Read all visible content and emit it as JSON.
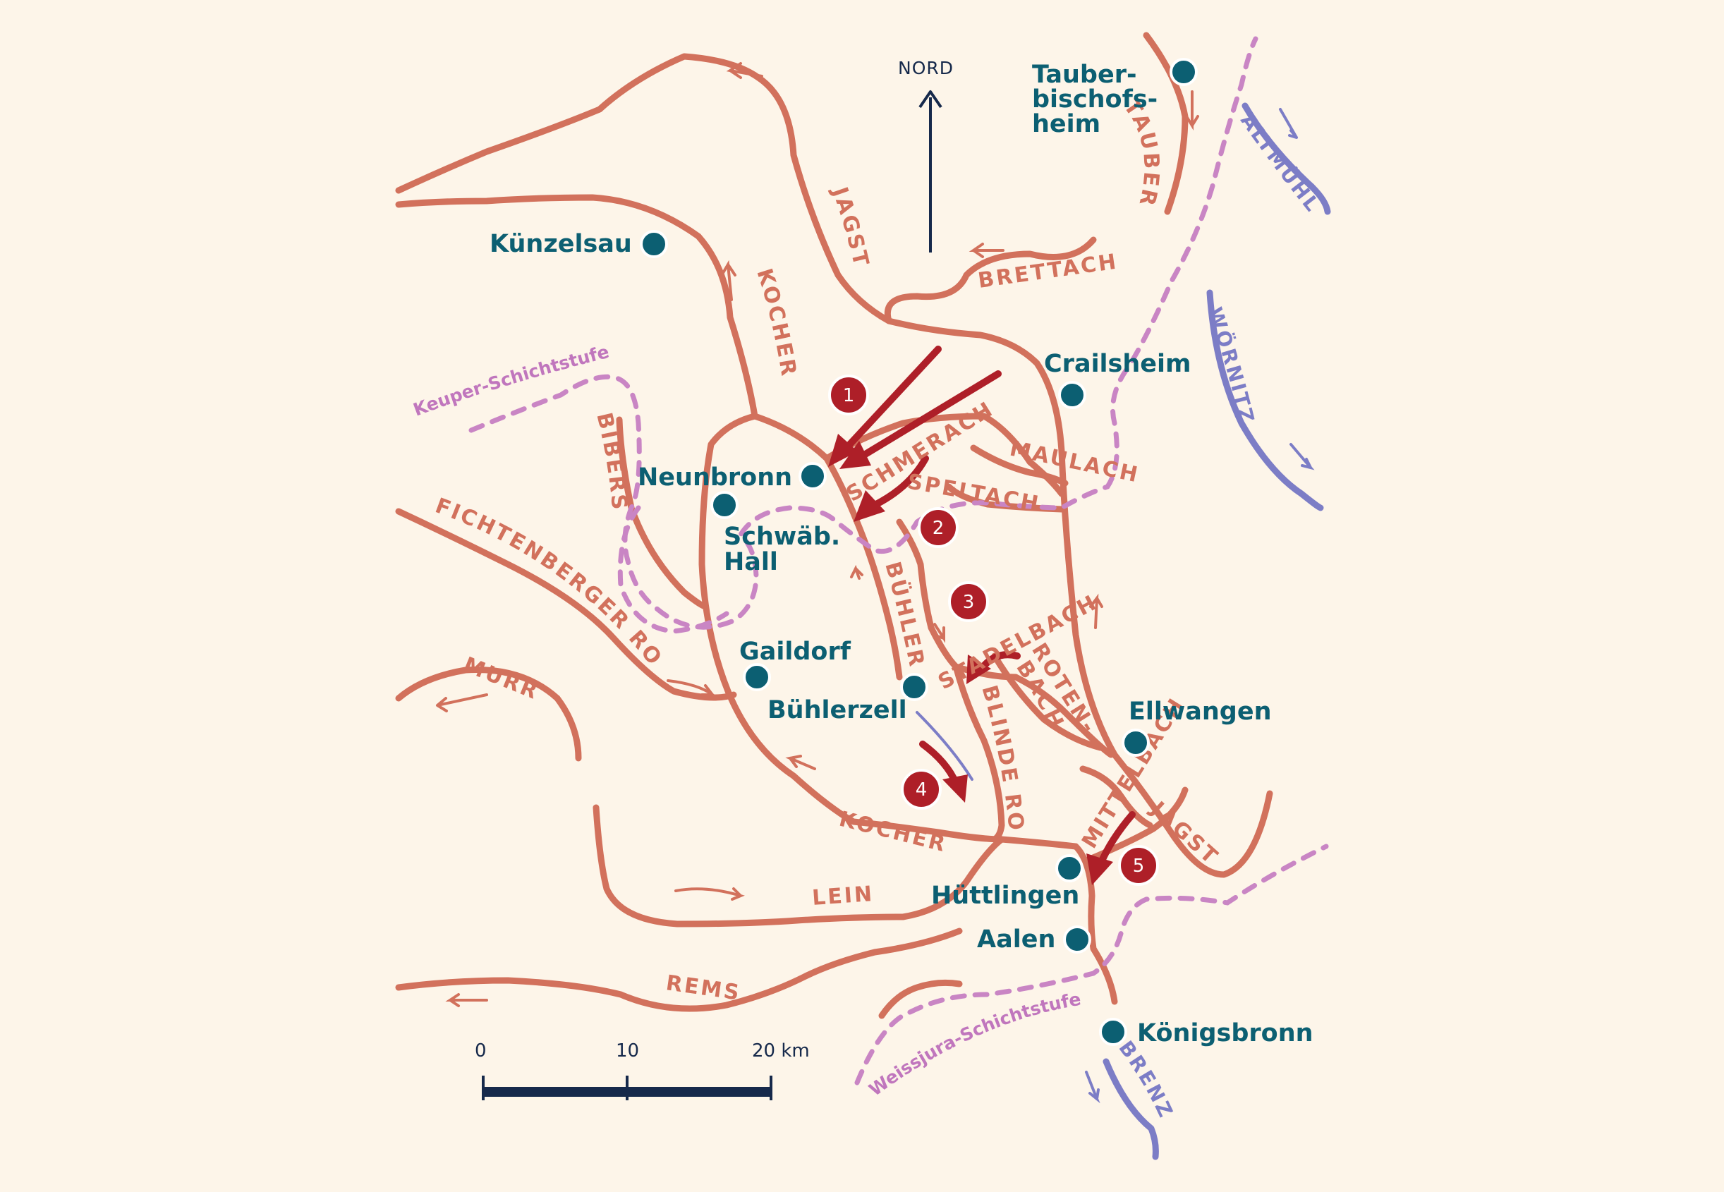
{
  "north_label": "NORD",
  "scale_bar": {
    "tick_labels": [
      "0",
      "10",
      "20 km"
    ]
  },
  "towns": [
    {
      "name": "Tauber-"
    },
    {
      "name": "bischofs-"
    },
    {
      "name": "heim"
    },
    {
      "name": "Künzelsau"
    },
    {
      "name": "Crailsheim"
    },
    {
      "name": "Neunbronn"
    },
    {
      "name": "Schwäb."
    },
    {
      "name": "Hall"
    },
    {
      "name": "Gaildorf"
    },
    {
      "name": "Bühlerzell"
    },
    {
      "name": "Ellwangen"
    },
    {
      "name": "Hüttlingen"
    },
    {
      "name": "Aalen"
    },
    {
      "name": "Königsbronn"
    }
  ],
  "rivers": {
    "tauber": "TAUBER",
    "altmuehl": "ALTMÜHL",
    "jagst_north": "JAGST",
    "brettach": "BRETTACH",
    "woernitz": "WÖRNITZ",
    "kocher_north": "KOCHER",
    "schmerach": "SCHMERACH",
    "maulach": "MAULACH",
    "speltach": "SPELTACH",
    "bibers": "BIBERS",
    "fichtenberger_rot": "FICHTENBERGER ROT",
    "buehler": "BÜHLER",
    "stadelbach": "STADELBACH",
    "rotenbach_1": "ROTEN-",
    "rotenbach_2": "BACH",
    "murr": "MURR",
    "blinde_rot": "BLINDE ROT",
    "mittelbach": "MITTELBACH",
    "jagst_south": "JAGST",
    "kocher_south": "KOCHER",
    "lein": "LEIN",
    "rems": "REMS",
    "brenz": "BRENZ"
  },
  "escarpments": {
    "keuper": "Keuper-Schichtstufe",
    "weissjura": "Weissjura-Schichtstufe"
  },
  "captures": [
    "1",
    "2",
    "3",
    "4",
    "5"
  ],
  "colors": {
    "background": "#fdf5e9",
    "river": "#d2715c",
    "danube_river": "#7c7dc6",
    "escarpment": "#c985c4",
    "capture_arrow": "#ae1f28",
    "town": "#0c5f72",
    "north_scale": "#16294b"
  }
}
